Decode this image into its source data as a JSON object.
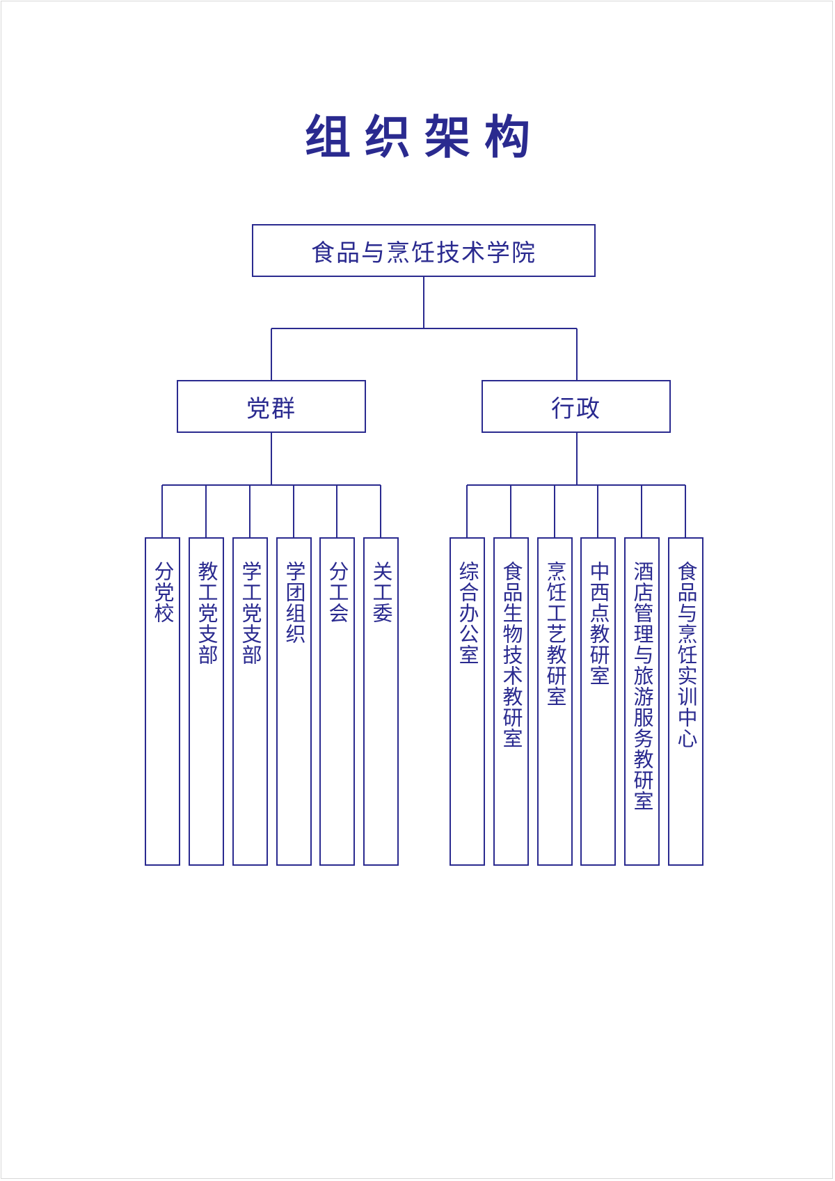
{
  "title": "组织架构",
  "root": "食品与烹饪技术学院",
  "branches": [
    {
      "label": "党群",
      "children": [
        "分党校",
        "教工党支部",
        "学工党支部",
        "学团组织",
        "分工会",
        "关工委"
      ]
    },
    {
      "label": "行政",
      "children": [
        "综合办公室",
        "食品生物技术教研室",
        "烹饪工艺教研室",
        "中西点教研室",
        "酒店管理与旅游服务教研室",
        "食品与烹饪实训中心"
      ]
    }
  ],
  "colors": {
    "line": "#2a2a8f",
    "text": "#2a2a8f"
  }
}
